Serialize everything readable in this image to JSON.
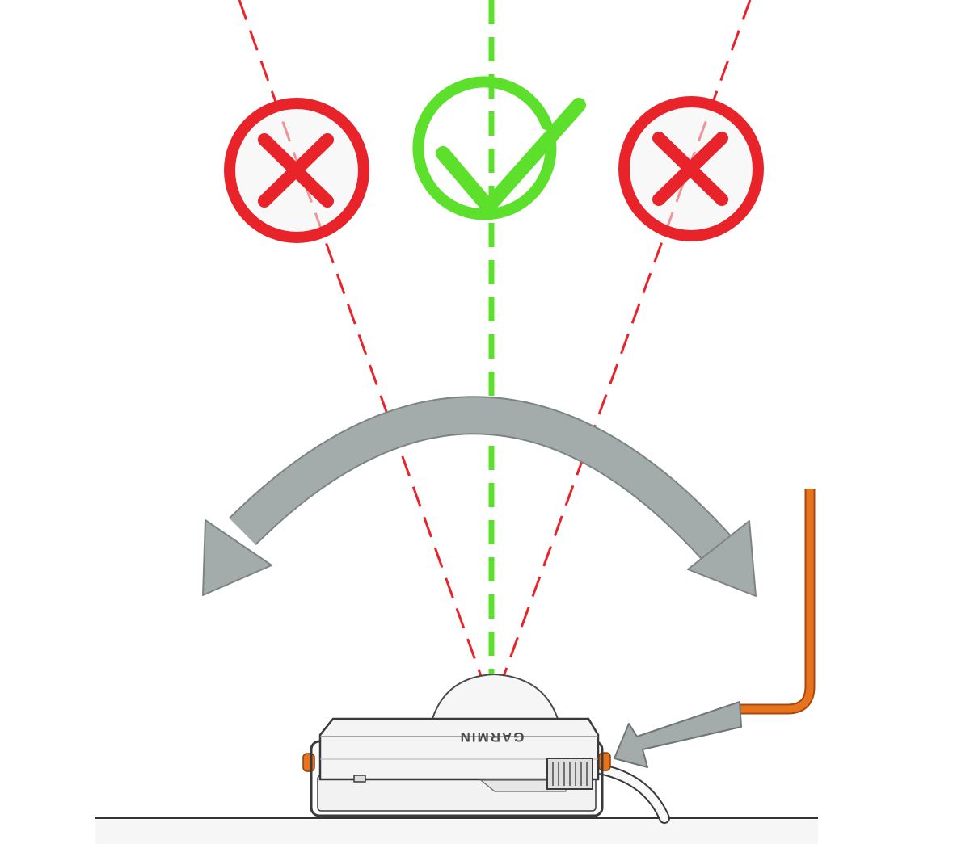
{
  "diagram": {
    "device_brand": "GARMIN",
    "icons": [
      {
        "name": "incorrect-tilt-left",
        "symbol": "x-mark",
        "status": "incorrect"
      },
      {
        "name": "correct-level",
        "symbol": "check-mark",
        "status": "correct"
      },
      {
        "name": "incorrect-tilt-right",
        "symbol": "x-mark",
        "status": "incorrect"
      }
    ],
    "colors": {
      "incorrect": "#e8232a",
      "correct": "#5de02c",
      "arrow": "#a4acab",
      "arrow_edge": "#7d8584",
      "hex_key": "#e8731c",
      "device_body": "#f4f4f4",
      "device_outline": "#3a3a3a",
      "surface": "#333333"
    }
  }
}
